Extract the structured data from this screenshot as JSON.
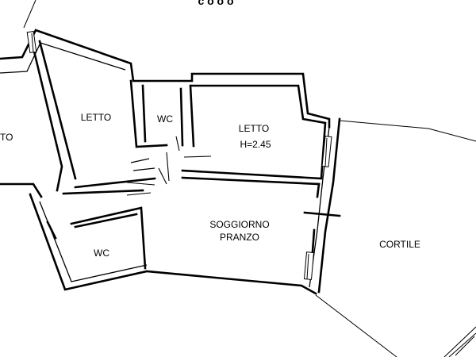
{
  "plan": {
    "top_label": "c o o o",
    "rooms": {
      "letto_left": "LETTO",
      "wc_top": "WC",
      "letto_right": "LETTO",
      "letto_right_height": "H=2.45",
      "left_cut": "TO",
      "soggiorno": "SOGGIORNO",
      "pranzo": "PRANZO",
      "wc_bottom": "WC",
      "cortile": "CORTILE"
    }
  }
}
